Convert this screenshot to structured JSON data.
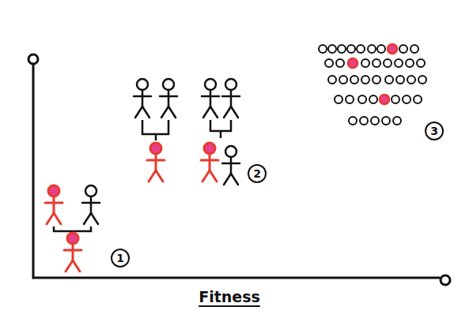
{
  "diagram": {
    "labels": [
      "1",
      "2",
      "3",
      "Fitness"
    ]
  }
}
